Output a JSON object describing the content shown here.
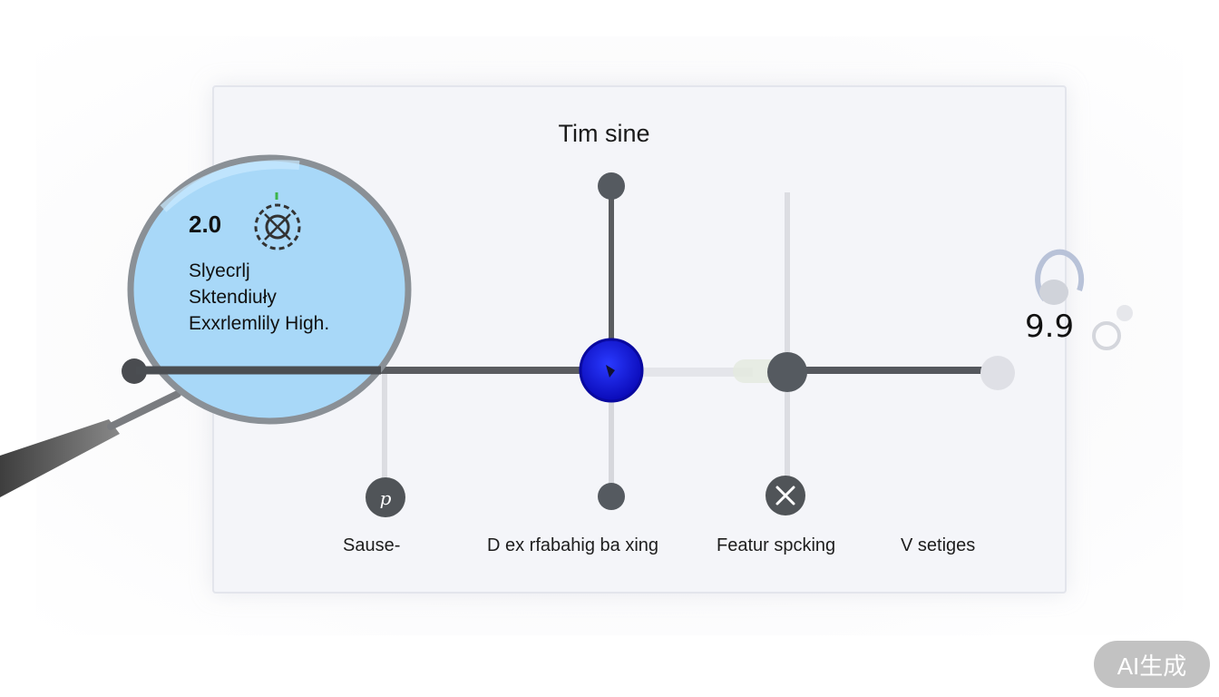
{
  "diagram": {
    "title": "Tim sine",
    "right_value": "9.9",
    "lens": {
      "value": "2.0",
      "lines": [
        "Slyecrlj",
        "Sktendiuły",
        "Exxrlemlily High."
      ]
    },
    "labels": [
      "Sause-",
      "D ex rfabahig ba xing",
      "Featur spcking",
      "V setiges"
    ],
    "colors": {
      "accent_node": "#1010e0",
      "lens_fill": "#a8d8f8",
      "node_gray": "#555a60",
      "track_gray": "#5a5c60"
    },
    "icons": [
      "p-icon",
      "close-x-icon",
      "dial-icon"
    ]
  },
  "watermark": {
    "text": "AI生成"
  }
}
